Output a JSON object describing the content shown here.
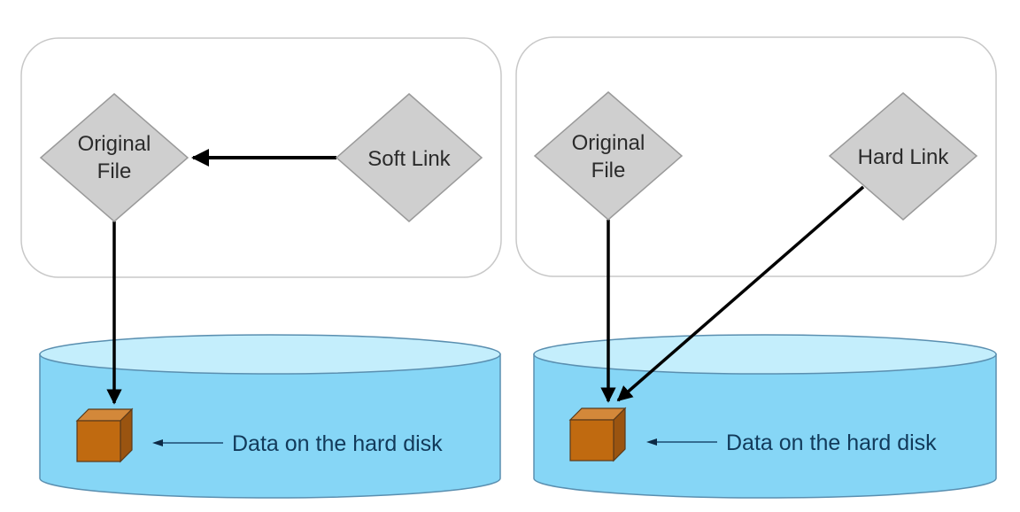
{
  "panels": [
    {
      "id": "soft",
      "nodes": {
        "original": {
          "lines": [
            "Original",
            "File"
          ]
        },
        "link": {
          "lines": [
            "Soft Link"
          ]
        }
      },
      "disk_label": "Data on the hard disk"
    },
    {
      "id": "hard",
      "nodes": {
        "original": {
          "lines": [
            "Original",
            "File"
          ]
        },
        "link": {
          "lines": [
            "Hard Link"
          ]
        }
      },
      "disk_label": "Data on the hard disk"
    }
  ],
  "colors": {
    "panel_border": "#c8c8c8",
    "node_fill": "#cfcfcf",
    "node_stroke": "#9a9a9a",
    "disk_top": "#c4eefc",
    "disk_body": "#86d6f6",
    "disk_stroke": "#5a8fb0",
    "cube_front": "#c06a10",
    "cube_top": "#d3883a",
    "cube_side": "#9a5410",
    "arrow": "#000000",
    "label_arrow": "#1c4a70"
  }
}
